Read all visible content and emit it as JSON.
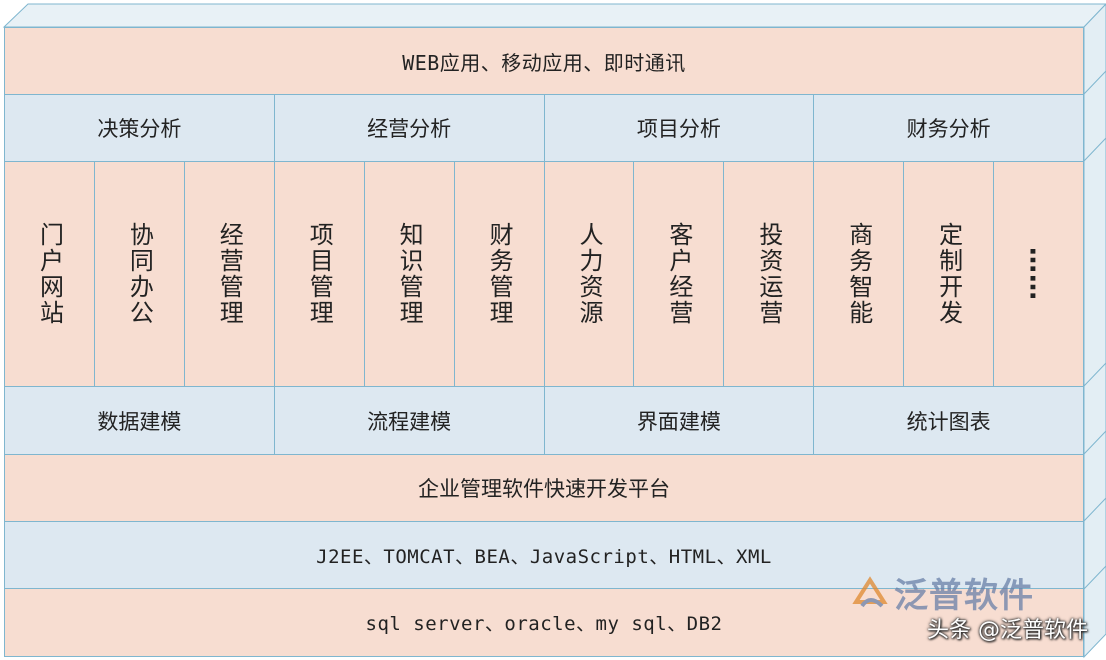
{
  "layers": {
    "top": "WEB应用、移动应用、即时通讯",
    "analysis": [
      "决策分析",
      "经营分析",
      "项目分析",
      "财务分析"
    ],
    "modules": [
      "门户网站",
      "协同办公",
      "经营管理",
      "项目管理",
      "知识管理",
      "财务管理",
      "人力资源",
      "客户经营",
      "投资运营",
      "商务智能",
      "定制开发",
      "……"
    ],
    "modeling": [
      "数据建模",
      "流程建模",
      "界面建模",
      "统计图表"
    ],
    "platform": "企业管理软件快速开发平台",
    "tech": "J2EE、TOMCAT、BEA、JavaScript、HTML、XML",
    "database": "sql server、oracle、my sql、DB2"
  },
  "watermark": {
    "brand": "泛普软件",
    "credit": "头条 @泛普软件"
  },
  "colors": {
    "pink": "#f7ddd1",
    "blue": "#dde8f1",
    "border": "#7fb6cf"
  }
}
